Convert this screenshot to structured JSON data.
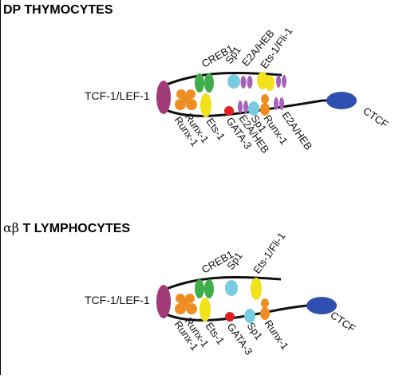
{
  "panels": [
    {
      "title": "DP THYMOCYTES",
      "left_label": "TCF-1/LEF-1",
      "right_label": "CTCF",
      "top_labels": [
        "CREB1",
        "Sp1",
        "E2A/HEB",
        "Ets-1/Fli-1"
      ],
      "bottom_labels": [
        "Runx-1",
        "Runx-1",
        "Ets-1",
        "GATA-3",
        "E2A/HEB",
        "Sp1",
        "Runx-1",
        "E2A/HEB"
      ]
    },
    {
      "title_greek": "αβ",
      "title": "T LYMPHOCYTES",
      "left_label": "TCF-1/LEF-1",
      "right_label": "CTCF",
      "top_labels": [
        "CREB1",
        "Sp1",
        "Ets-1/Fli-1"
      ],
      "bottom_labels": [
        "Runx-1",
        "Runx-1",
        "Ets-1",
        "GATA-3",
        "Sp1",
        "Runx-1"
      ]
    }
  ],
  "colors": {
    "tcf": "#a33a78",
    "creb": "#3fae4a",
    "sp1": "#78cce2",
    "e2a": "#a562b8",
    "ets": "#f1e21c",
    "runx": "#ee8e22",
    "gata": "#e02020",
    "ctcf": "#2f50b0"
  }
}
